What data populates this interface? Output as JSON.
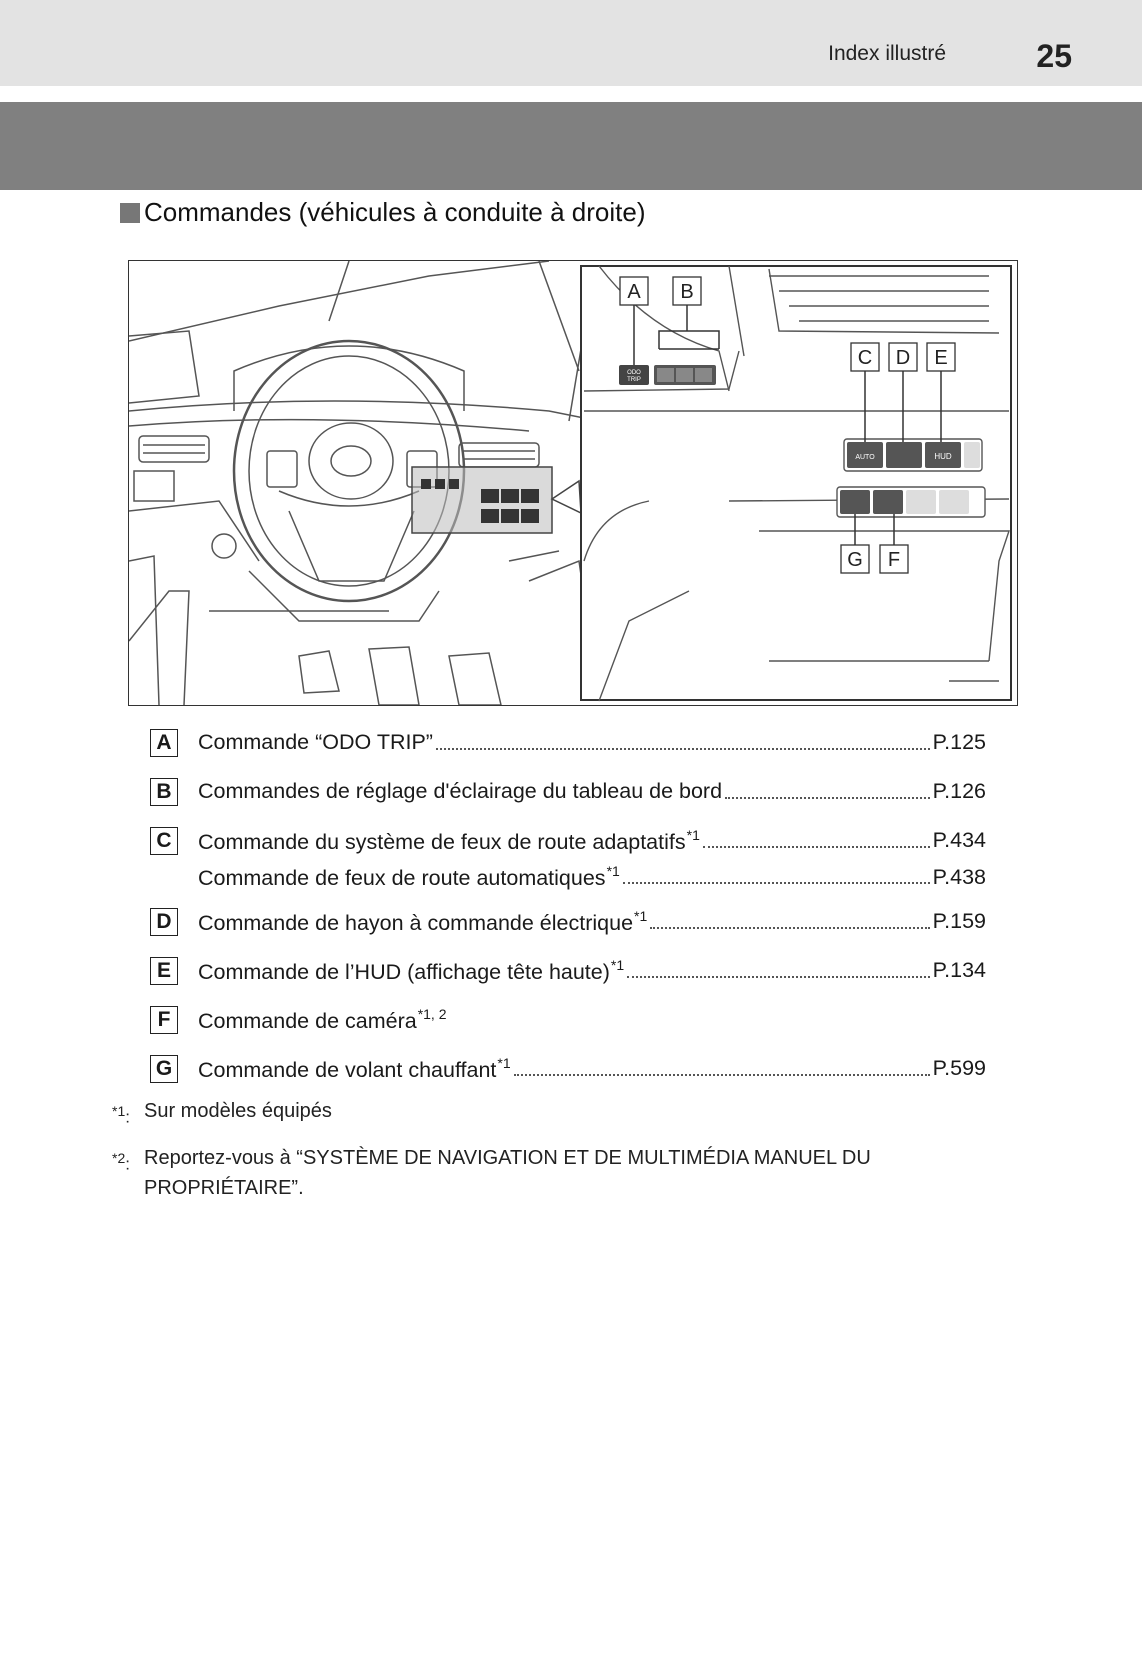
{
  "header": {
    "title": "Index illustré",
    "page_number": "25"
  },
  "section": {
    "title": "Commandes (véhicules à conduite à droite)"
  },
  "figure": {
    "callouts": [
      "A",
      "B",
      "C",
      "D",
      "E",
      "G",
      "F"
    ],
    "switch_labels": {
      "odo_line1": "ODO",
      "odo_line2": "TRIP",
      "hud": "HUD",
      "auto": "AUTO"
    }
  },
  "items": [
    {
      "letter": "A",
      "label": "Commande “ODO TRIP”",
      "sup": "",
      "page": "P.125"
    },
    {
      "letter": "B",
      "label": "Commandes de réglage d'éclairage du tableau de bord",
      "sup": "",
      "page": "P.126"
    },
    {
      "letter": "C",
      "label": "Commande du système de feux de route adaptatifs",
      "sup": "*1",
      "page": "P.434"
    },
    {
      "letter": "",
      "label": "Commande de feux de route automatiques",
      "sup": "*1",
      "page": "P.438"
    },
    {
      "letter": "D",
      "label": "Commande de hayon à commande électrique",
      "sup": "*1",
      "page": "P.159"
    },
    {
      "letter": "E",
      "label": "Commande de l’HUD (affichage tête haute)",
      "sup": "*1",
      "page": "P.134"
    },
    {
      "letter": "F",
      "label": "Commande de caméra",
      "sup": "*1, 2",
      "page": ""
    },
    {
      "letter": "G",
      "label": "Commande de volant chauffant",
      "sup": "*1",
      "page": "P.599"
    }
  ],
  "footnotes": [
    {
      "mark": "*1",
      "text": "Sur modèles équipés"
    },
    {
      "mark": "*2",
      "text": "Reportez-vous à “SYSTÈME DE NAVIGATION ET DE MULTIMÉDIA MANUEL DU PROPRIÉTAIRE”."
    }
  ]
}
